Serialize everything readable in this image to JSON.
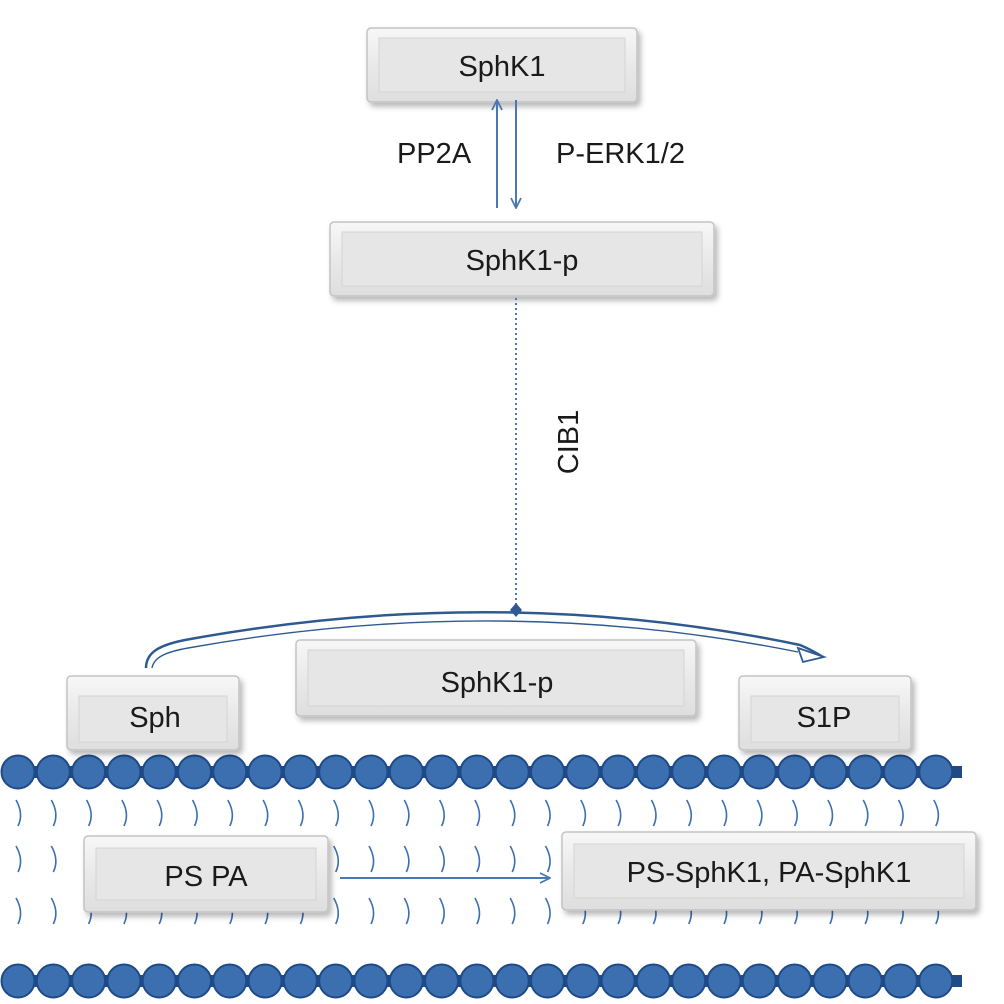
{
  "nodes": {
    "sphk1": "SphK1",
    "sphk1_p_cytosol": "SphK1-p",
    "sphk1_p_membrane": "SphK1-p",
    "sph": "Sph",
    "s1p": "S1P",
    "ps_pa": "PS PA",
    "ps_pa_complex": "PS-SphK1, PA-SphK1"
  },
  "edges": {
    "dephosphorylation": "PP2A",
    "phosphorylation": "P-ERK1/2",
    "translocation": "CIB1"
  },
  "colors": {
    "arrow": "#4a78b5",
    "curve": "#2f5a8f",
    "bead_fill": "#3c6fb0",
    "bead_stroke": "#1f4a86",
    "tail": "#3c6fb0",
    "box_fill": "#eeeeee",
    "box_border": "#bdbdbd"
  }
}
